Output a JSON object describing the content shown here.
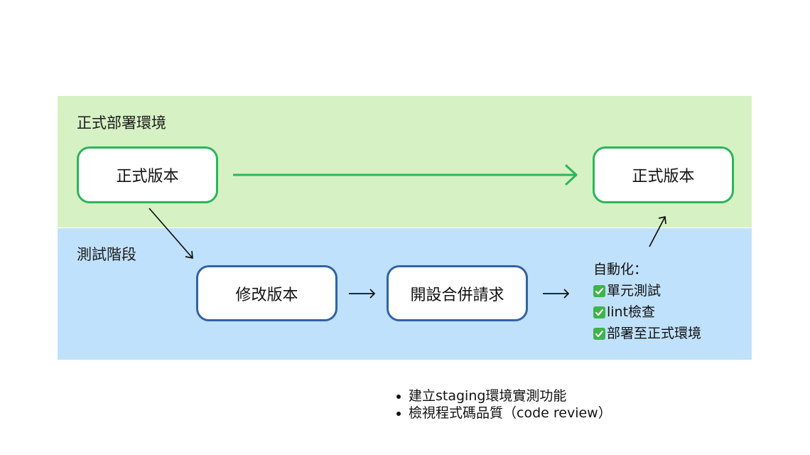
{
  "colors": {
    "prod_band": "#d6f1c4",
    "test_band": "#c0e1fb",
    "prod_accent": "#2bb55a",
    "test_accent": "#2f63a8",
    "check": "#3fb44a"
  },
  "prod_stage": {
    "title": "正式部署環境",
    "source_box": "正式版本",
    "target_box": "正式版本"
  },
  "test_stage": {
    "title": "測試階段",
    "modify_box": "修改版本",
    "merge_request_box": "開設合併請求"
  },
  "automation": {
    "heading": "自動化：",
    "items": [
      {
        "label": "單元測試",
        "icon": "check-mark-icon"
      },
      {
        "label": "lint檢查",
        "icon": "check-mark-icon"
      },
      {
        "label": "部署至正式環境",
        "icon": "check-mark-icon"
      }
    ]
  },
  "notes": [
    "建立staging環境實測功能",
    "檢視程式碼品質（code review）"
  ]
}
